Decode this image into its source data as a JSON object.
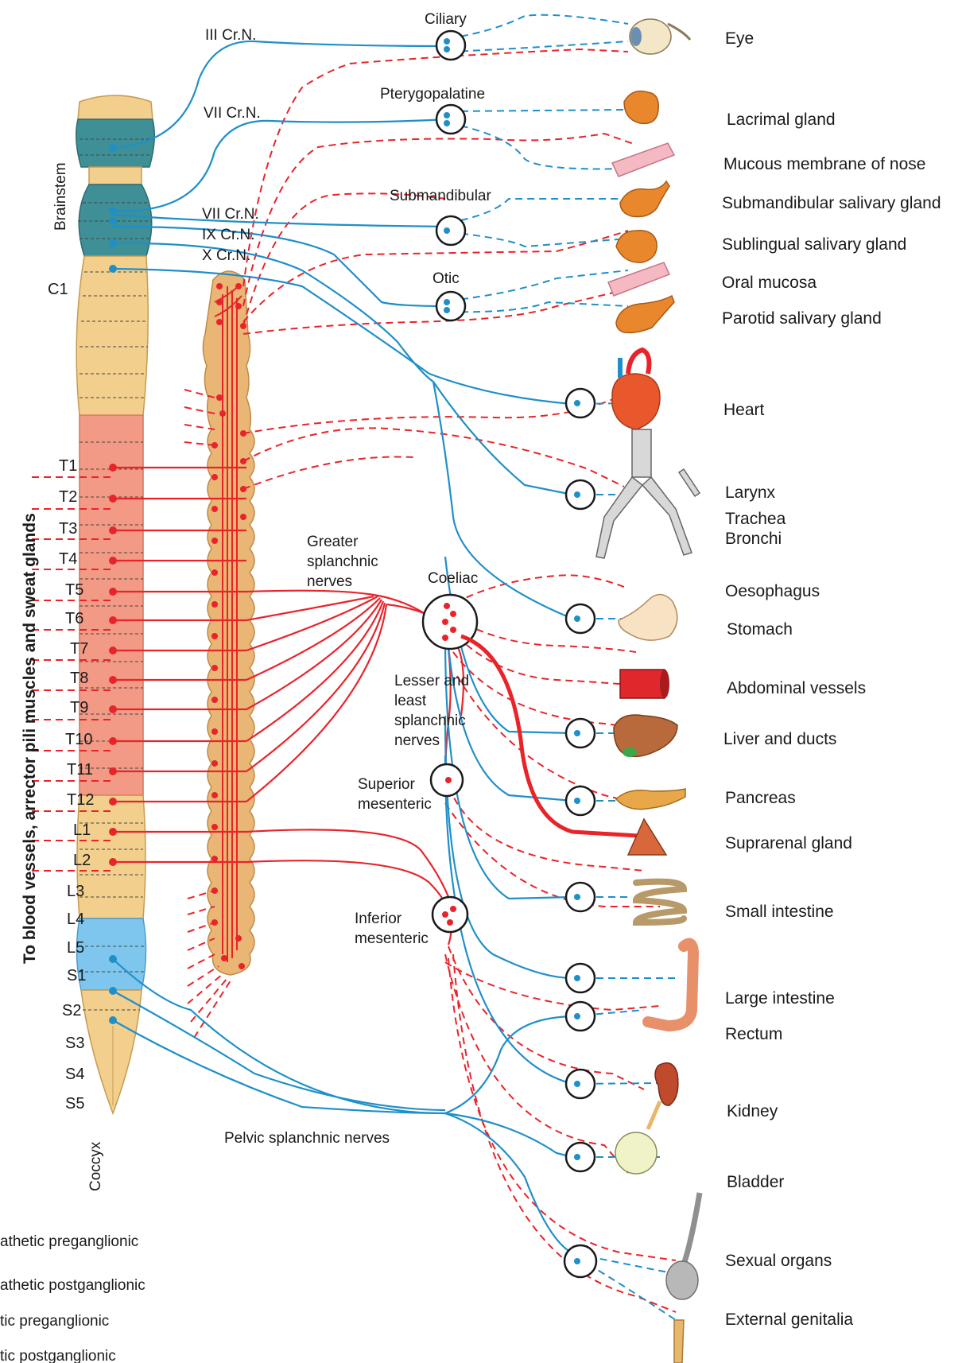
{
  "colors": {
    "sympathetic": "#e8242a",
    "parasympathetic": "#1f8fc8",
    "cord_tan": "#f2cf8d",
    "cord_outline": "#c79b52",
    "thoracolumbar_red": "#f29a85",
    "brainstem_teal": "#3e8f96",
    "sacral_blue": "#7ec6ee",
    "chain_tan": "#eab675"
  },
  "cranial_nerves": [
    "III Cr.N.",
    "VII Cr.N.",
    "VII Cr.N.",
    "IX Cr.N.",
    "X  Cr.N."
  ],
  "spinal_labels": {
    "brainstem": "Brainstem",
    "c1": "C1",
    "segments": [
      "T1",
      "T2",
      "T3",
      "T4",
      "T5",
      "T6",
      "T7",
      "T8",
      "T9",
      "T10",
      "T11",
      "T12",
      "L1",
      "L2",
      "L3",
      "L4",
      "L5",
      "S1",
      "S2",
      "S3",
      "S4",
      "S5"
    ],
    "coccyx": "Coccyx"
  },
  "vertical_label": "To blood vessels, arrector pili muscles and sweat glands",
  "ganglia": {
    "ciliary": "Ciliary",
    "pterygopalatine": "Pterygopalatine",
    "submandibular": "Submandibular",
    "otic": "Otic",
    "coeliac": "Coeliac",
    "superior_mesenteric": [
      "Superior",
      "mesenteric"
    ],
    "inferior_mesenteric": [
      "Inferior",
      "mesenteric"
    ]
  },
  "nerve_labels": {
    "greater_splanchnic": [
      "Greater",
      "splanchnic",
      "nerves"
    ],
    "lesser_splanchnic": [
      "Lesser and",
      "least",
      "splanchnic",
      "nerves"
    ],
    "pelvic_splanchnic": "Pelvic splanchnic nerves"
  },
  "organs": [
    "Eye",
    "Lacrimal gland",
    "Mucous membrane of nose",
    "Submandibular salivary gland",
    "Sublingual salivary gland",
    "Oral mucosa",
    "Parotid salivary gland",
    "Heart",
    "Larynx",
    "Trachea",
    "Bronchi",
    "Oesophagus",
    "Stomach",
    "Abdominal vessels",
    "Liver and ducts",
    "Pancreas",
    "Suprarenal gland",
    "Small intestine",
    "Large intestine",
    "Rectum",
    "Kidney",
    "Bladder",
    "Sexual organs",
    "External genitalia"
  ],
  "legend": [
    "athetic preganglionic",
    "athetic postganglionic",
    "tic preganglionic",
    "tic postganglionic"
  ]
}
